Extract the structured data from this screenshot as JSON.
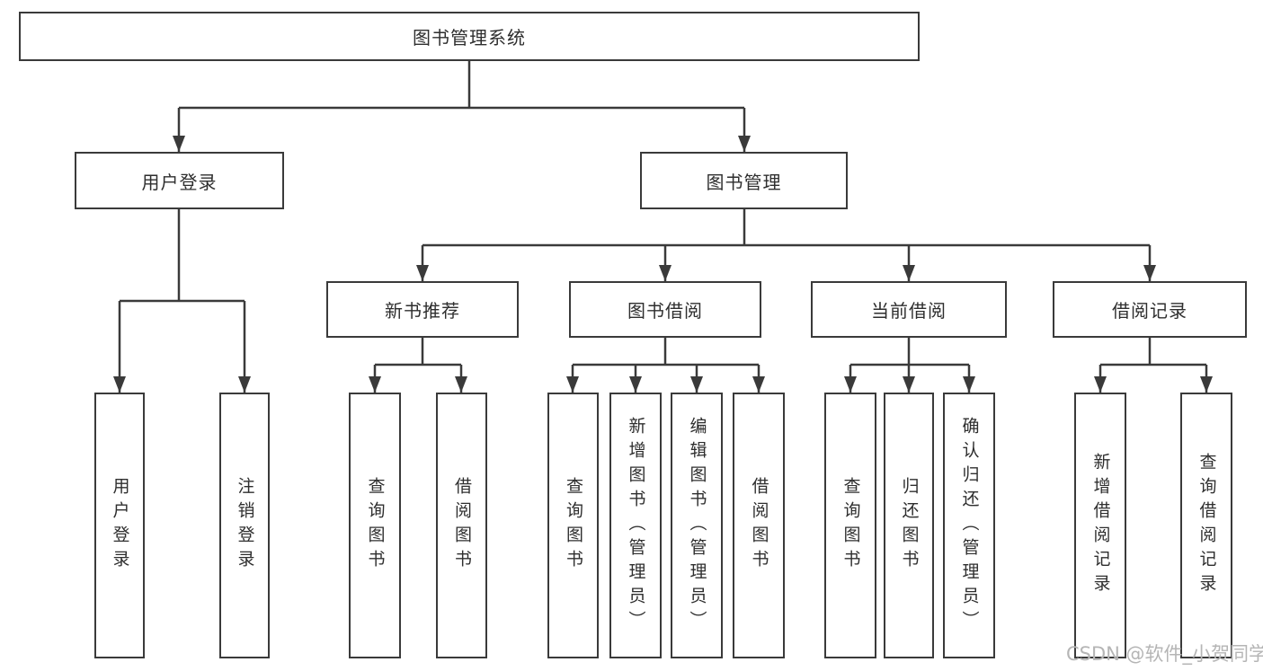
{
  "diagram": {
    "root": {
      "label": "图书管理系统"
    },
    "level2": [
      {
        "label": "用户登录"
      },
      {
        "label": "图书管理"
      }
    ],
    "level3": [
      {
        "label": "新书推荐"
      },
      {
        "label": "图书借阅"
      },
      {
        "label": "当前借阅"
      },
      {
        "label": "借阅记录"
      }
    ],
    "leaves": [
      {
        "label": "用户登录"
      },
      {
        "label": "注销登录"
      },
      {
        "label": "查询图书"
      },
      {
        "label": "借阅图书"
      },
      {
        "label": "查询图书"
      },
      {
        "label": "新增图书（管理员）"
      },
      {
        "label": "编辑图书（管理员）"
      },
      {
        "label": "借阅图书"
      },
      {
        "label": "查询图书"
      },
      {
        "label": "归还图书"
      },
      {
        "label": "确认归还（管理员）"
      },
      {
        "label": "新增借阅记录"
      },
      {
        "label": "查询借阅记录"
      }
    ]
  },
  "watermark": {
    "text": "CSDN @软件_小贺同学"
  },
  "colors": {
    "line": "#3a3a3a",
    "text": "#2e2e2e",
    "watermark": "#b5b5b5",
    "background": "#ffffff"
  }
}
